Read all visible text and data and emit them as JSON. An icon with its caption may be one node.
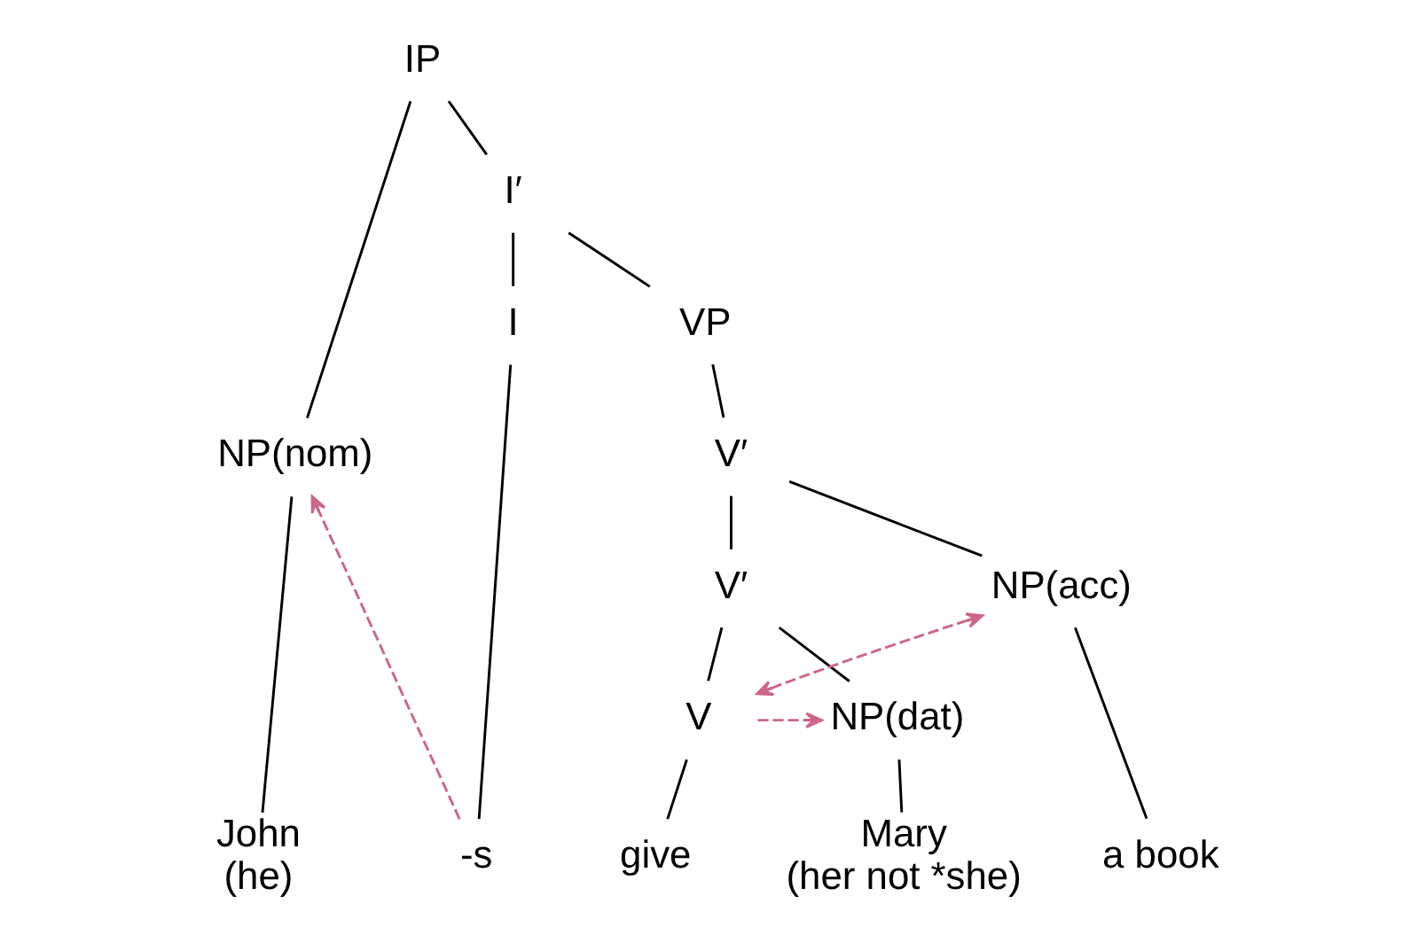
{
  "diagram": {
    "nodes": [
      {
        "text": [
          "IP"
        ]
      },
      {
        "text": [
          "NP(nom)"
        ]
      },
      {
        "text": [
          "I′"
        ]
      },
      {
        "text": [
          "I"
        ]
      },
      {
        "text": [
          "VP"
        ]
      },
      {
        "text": [
          "V′"
        ]
      },
      {
        "text": [
          "V′"
        ]
      },
      {
        "text": [
          "NP(acc)"
        ]
      },
      {
        "text": [
          "V"
        ]
      },
      {
        "text": [
          "NP(dat)"
        ]
      },
      {
        "text": [
          "John",
          "(he)"
        ]
      },
      {
        "text": [
          "-s"
        ]
      },
      {
        "text": [
          "give"
        ]
      },
      {
        "text": [
          "Mary",
          "(her not *she)"
        ]
      },
      {
        "text": [
          "a book"
        ]
      }
    ],
    "edges": [
      {
        "from": 0,
        "to": 1,
        "arrow": "none"
      },
      {
        "from": 0,
        "to": 2,
        "arrow": "none"
      },
      {
        "from": 2,
        "to": 3,
        "arrow": "none"
      },
      {
        "from": 2,
        "to": 4,
        "arrow": "none"
      },
      {
        "from": 4,
        "to": 5,
        "arrow": "none"
      },
      {
        "from": 5,
        "to": 6,
        "arrow": "none"
      },
      {
        "from": 5,
        "to": 7,
        "arrow": "none"
      },
      {
        "from": 6,
        "to": 8,
        "arrow": "none"
      },
      {
        "from": 6,
        "to": 9,
        "arrow": "none"
      },
      {
        "from": 1,
        "to": 10,
        "arrow": "none"
      },
      {
        "from": 3,
        "to": 11,
        "arrow": "none"
      },
      {
        "from": 8,
        "to": 12,
        "arrow": "none"
      },
      {
        "from": 9,
        "to": 13,
        "arrow": "none"
      },
      {
        "from": 7,
        "to": 14,
        "arrow": "none"
      },
      {
        "from": 11,
        "to": 1,
        "arrow": "to",
        "style": "dashed",
        "color": "#cc6688"
      },
      {
        "from": 8,
        "to": 9,
        "arrow": "to",
        "style": "dashed",
        "color": "#cc6688"
      },
      {
        "from": 8,
        "to": 7,
        "arrow": "both",
        "style": "dashed",
        "color": "#cc6688"
      }
    ]
  }
}
